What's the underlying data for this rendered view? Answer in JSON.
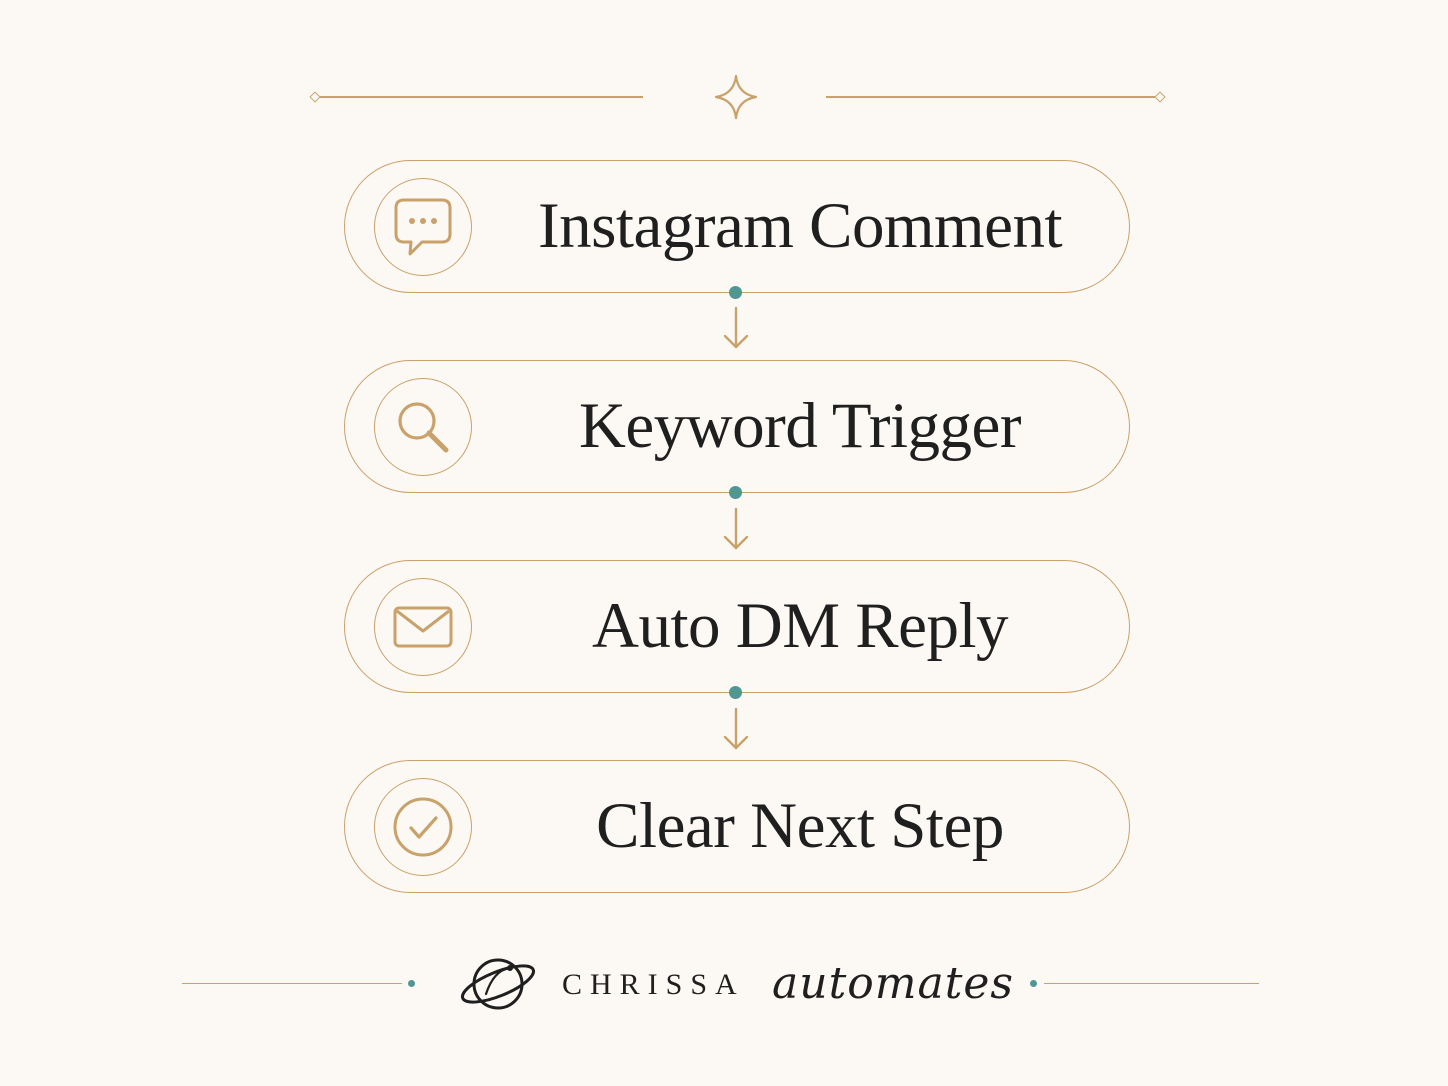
{
  "flow": {
    "steps": [
      {
        "label": "Instagram Comment",
        "icon": "comment-bubble-icon"
      },
      {
        "label": "Keyword Trigger",
        "icon": "magnifier-icon"
      },
      {
        "label": "Auto DM Reply",
        "icon": "envelope-icon"
      },
      {
        "label": "Clear Next Step",
        "icon": "checkmark-circle-icon"
      }
    ]
  },
  "brand": {
    "name": "CHRISSA",
    "script": "automates",
    "logo": "planet-logo-icon"
  },
  "colors": {
    "background": "#fcf9f4",
    "gold": "#c9a16a",
    "teal": "#4f9696",
    "text": "#1f1f1f"
  }
}
